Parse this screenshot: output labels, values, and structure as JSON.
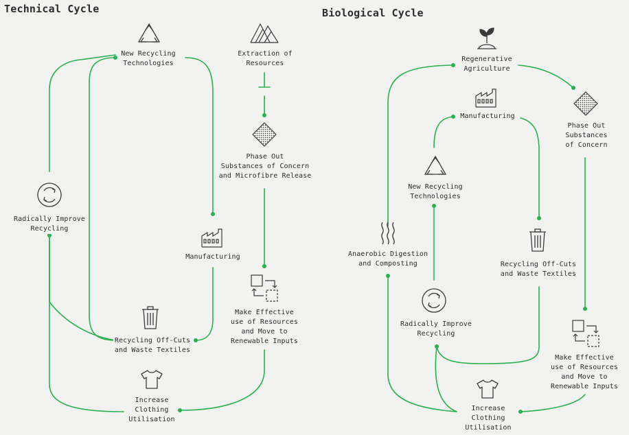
{
  "titles": {
    "technical": "Technical Cycle",
    "biological": "Biological Cycle"
  },
  "technical": {
    "new_recycling": "New Recycling\nTechnologies",
    "extraction": "Extraction of\nResources",
    "phase_out": "Phase Out\nSubstances of Concern\nand Microfibre Release",
    "radically_improve": "Radically Improve\nRecycling",
    "manufacturing": "Manufacturing",
    "make_effective": "Make Effective\nuse of Resources\nand Move to\nRenewable Inputs",
    "recycling_offcuts": "Recycling Off-Cuts\nand Waste Textiles",
    "increase_clothing": "Increase\nClothing\nUtilisation"
  },
  "biological": {
    "regenerative": "Regenerative\nAgriculture",
    "manufacturing": "Manufacturing",
    "phase_out": "Phase Out\nSubstances\nof Concern",
    "new_recycling": "New Recycling\nTechnologies",
    "anaerobic": "Anaerobic Digestion\nand Composting",
    "recycling_offcuts": "Recycling Off-Cuts\nand Waste Textiles",
    "radically_improve": "Radically Improve\nRecycling",
    "make_effective": "Make Effective\nuse of Resources\nand Move to\nRenewable Inputs",
    "increase_clothing": "Increase\nClothing\nUtilisation"
  },
  "colors": {
    "line": "#2bb04f",
    "text": "#2b2b2b",
    "icon": "#3a3a3a",
    "background": "#f2f2f0"
  }
}
